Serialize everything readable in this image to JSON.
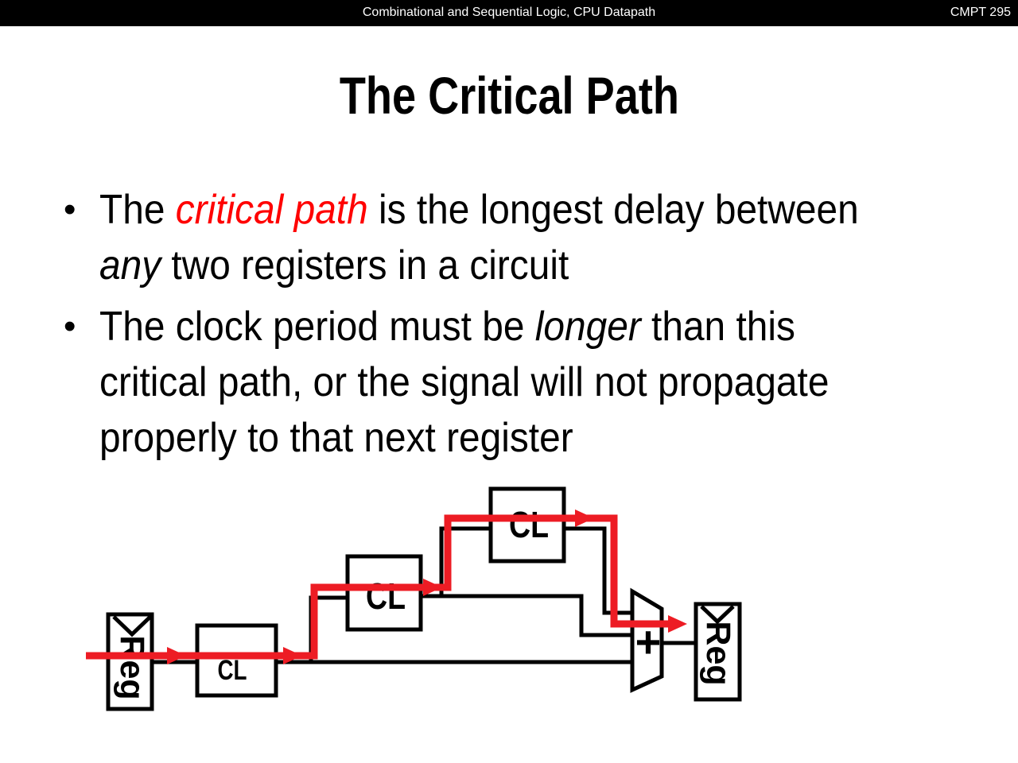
{
  "header": {
    "center": "Combinational and Sequential Logic, CPU Datapath",
    "right": "CMPT 295"
  },
  "slide": {
    "title": "The Critical Path",
    "bullet_char": "•",
    "bullets": [
      {
        "lines": [
          [
            {
              "t": "The "
            },
            {
              "t": "critical path",
              "style": "red italic"
            },
            {
              "t": " is the longest delay between"
            }
          ],
          [
            {
              "t": "any",
              "style": "italic"
            },
            {
              "t": " two registers in a circuit"
            }
          ]
        ]
      },
      {
        "lines": [
          [
            {
              "t": "The clock period must be "
            },
            {
              "t": "longer",
              "style": "italic"
            },
            {
              "t": " than this"
            }
          ],
          [
            {
              "t": "critical path, or the signal will not propagate"
            }
          ],
          [
            {
              "t": "properly to that next register"
            }
          ]
        ]
      }
    ]
  },
  "diagram": {
    "reg_label": "Reg",
    "cl_label": "CL",
    "adder_label": "+",
    "colors": {
      "critical_path_red": "#ed1c24",
      "emphasis_text_red": "#ff0000",
      "wire_black": "#000000"
    }
  }
}
